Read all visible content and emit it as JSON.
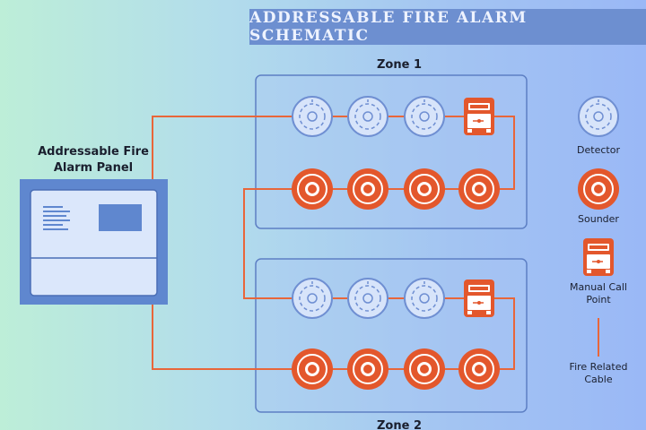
{
  "title": "ADDRESSABLE FIRE ALARM SCHEMATIC",
  "panel": {
    "label_line1": "Addressable Fire",
    "label_line2": "Alarm Panel"
  },
  "zones": [
    {
      "label": "Zone 1",
      "devices": [
        "detector",
        "detector",
        "detector",
        "manual-call-point",
        "sounder",
        "sounder",
        "sounder",
        "sounder"
      ]
    },
    {
      "label": "Zone 2",
      "devices": [
        "detector",
        "detector",
        "detector",
        "manual-call-point",
        "sounder",
        "sounder",
        "sounder",
        "sounder"
      ]
    }
  ],
  "legend": {
    "detector": "Detector",
    "sounder": "Sounder",
    "mcp_line1": "Manual Call",
    "mcp_line2": "Point",
    "cable_line1": "Fire Related",
    "cable_line2": "Cable"
  },
  "colors": {
    "cable": "#e8663a",
    "sounder": "#e3572c",
    "detector_stroke": "#6f8fd2",
    "panel": "#5f87cf",
    "zone_border": "#5d7fc4",
    "text": "#1a1f2e"
  },
  "icons": [
    "detector-icon",
    "sounder-icon",
    "manual-call-point-icon",
    "cable-icon",
    "panel-icon"
  ]
}
